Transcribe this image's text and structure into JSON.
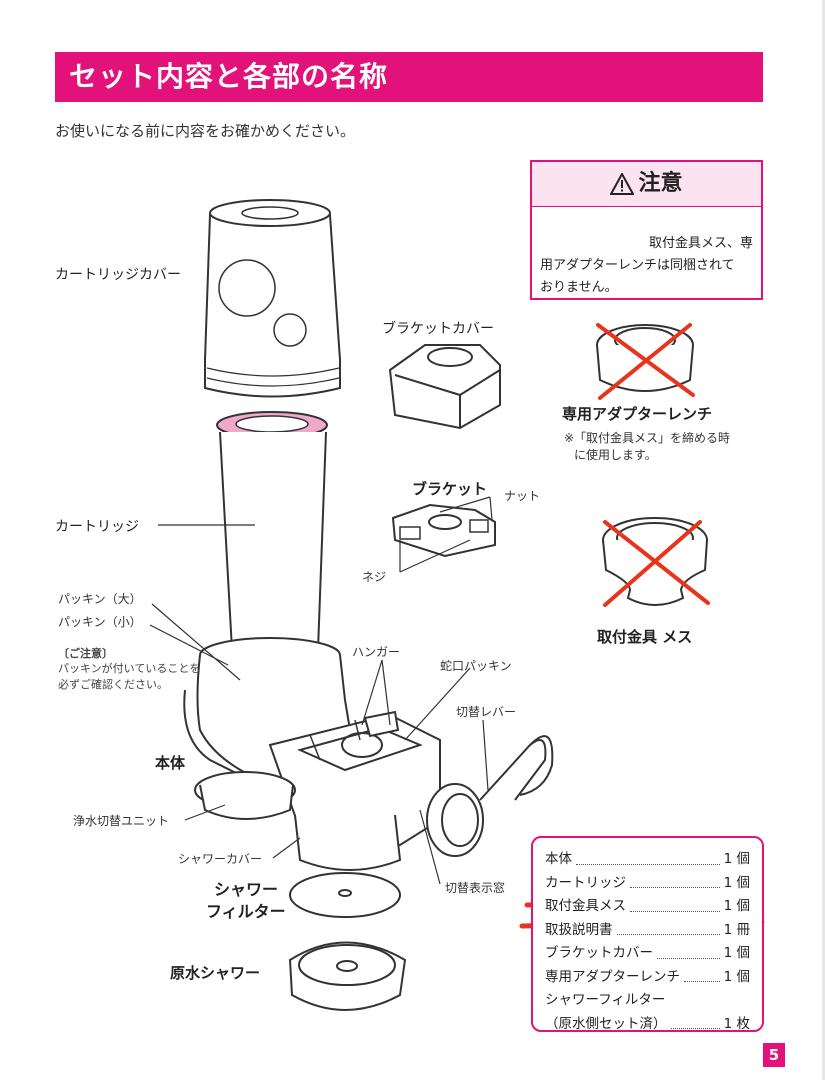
{
  "title": "セット内容と各部の名称",
  "intro": "お使いになる前に内容をお確かめください。",
  "caution": {
    "heading": "注意",
    "text_line1": "取付金具メス、専",
    "text_line2": "用アダプターレンチは同梱されて",
    "text_line3": "おりません。"
  },
  "labels": {
    "cartridge_cover": "カートリッジカバー",
    "bracket_cover": "ブラケットカバー",
    "adapter_wrench": "専用アダプターレンチ",
    "wrench_note1": "※「取付金具メス」を締める時",
    "wrench_note2": "に使用します。",
    "bracket": "ブラケット",
    "nut": "ナット",
    "screw": "ネジ",
    "cartridge": "カートリッジ",
    "packing_large": "パッキン（大）",
    "packing_small": "パッキン（小）",
    "note_head": "〔ご注意〕",
    "note_line1": "パッキンが付いていることを",
    "note_line2": "必ずご確認ください。",
    "fitting_female": "取付金具 メス",
    "hanger": "ハンガー",
    "faucet_packing": "蛇口パッキン",
    "switch_lever": "切替レバー",
    "main_body": "本体",
    "switch_unit": "浄水切替ユニット",
    "shower_cover": "シャワーカバー",
    "shower_filter": "シャワー",
    "shower_filter_2": "フィルター",
    "switch_window": "切替表示窓",
    "raw_shower": "原水シャワー"
  },
  "contents": [
    {
      "name": "本体",
      "qty": "1 個"
    },
    {
      "name": "カートリッジ",
      "qty": "1 個"
    },
    {
      "name": "取付金具メス",
      "qty": "1 個"
    },
    {
      "name": "取扱説明書",
      "qty": "1 冊"
    },
    {
      "name": "ブラケットカバー",
      "qty": "1 個"
    },
    {
      "name": "専用アダプターレンチ",
      "qty": "1 個"
    },
    {
      "name": "シャワーフィルター",
      "qty": ""
    },
    {
      "name": "（原水側セット済）",
      "qty": "1 枚"
    }
  ],
  "page_number": "5",
  "colors": {
    "accent": "#e2127a",
    "cross": "#e8341c",
    "strike": "#e8341c"
  }
}
